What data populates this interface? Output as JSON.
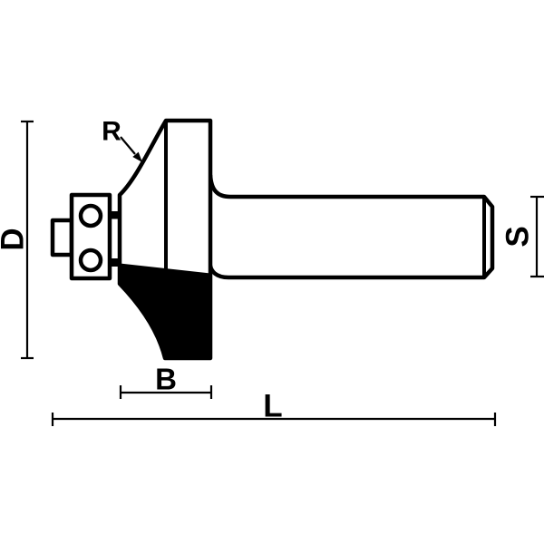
{
  "page": {
    "background": "#ffffff"
  },
  "diagram": {
    "description": "Line drawing of a roundover router bit with pilot bearing, shown in side profile with dimension callouts",
    "ink_color": "#000000",
    "cutter_fill_color": "#000000",
    "labels": {
      "radius": "R",
      "diameter": "D",
      "shank": "S",
      "cut_width": "B",
      "overall_length": "L"
    }
  }
}
